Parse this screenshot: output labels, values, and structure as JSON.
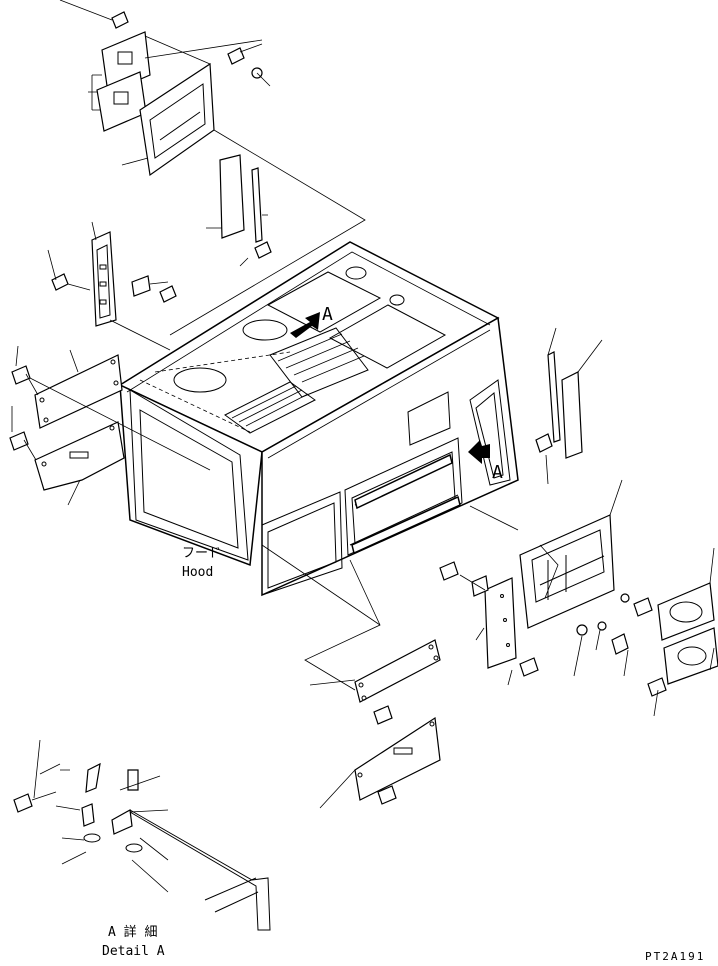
{
  "labels": {
    "hood_jp": "フード",
    "hood_en": "Hood",
    "view_marker_top": "A",
    "view_marker_side": "A",
    "detail_jp": "A 詳 細",
    "detail_en": "Detail A",
    "figure_code": "PT2A191"
  }
}
